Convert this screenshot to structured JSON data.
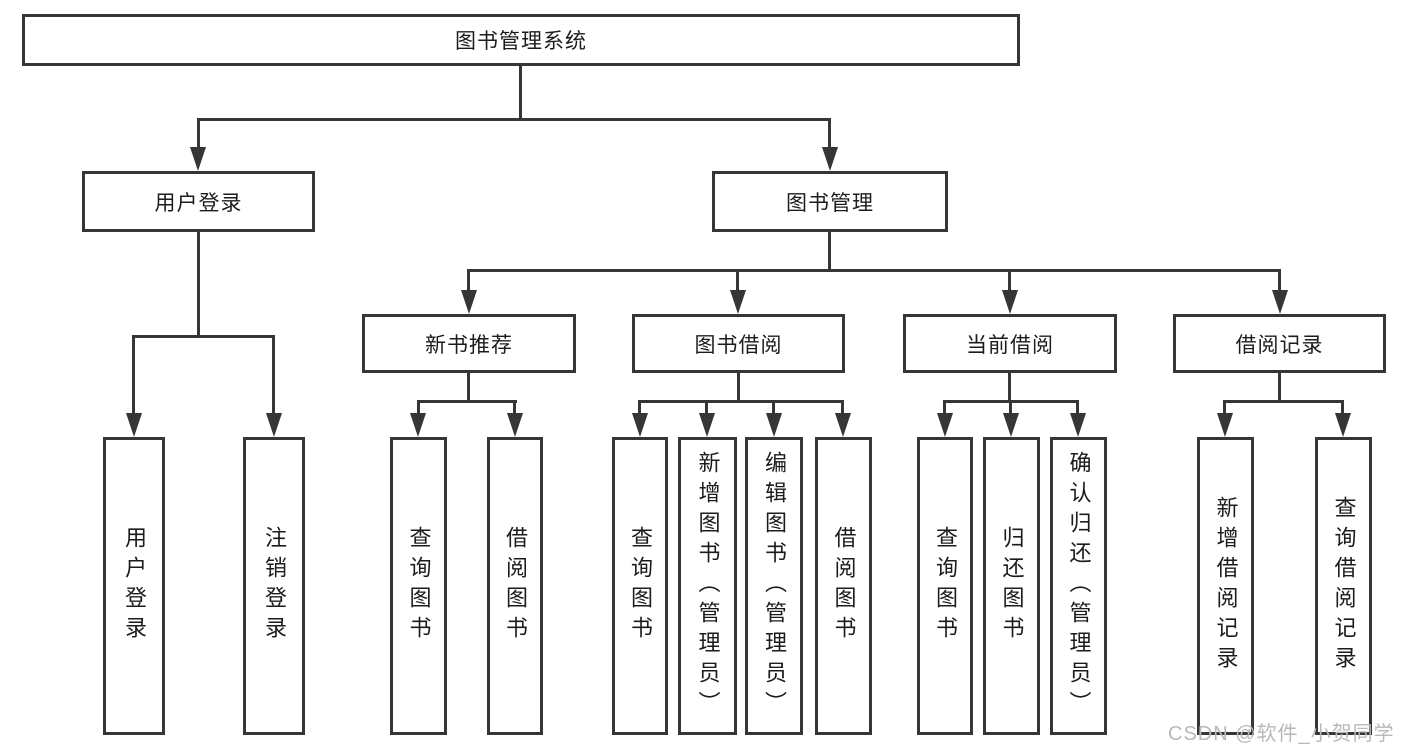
{
  "colors": {
    "line": "#363636",
    "box_border": "#363636",
    "text": "#1c1c1c",
    "watermark": "#b9b9b9",
    "background": "#ffffff"
  },
  "nodes": {
    "root": "图书管理系统",
    "user_login": "用户登录",
    "book_management": "图书管理",
    "new_book_recommend": "新书推荐",
    "book_borrowing": "图书借阅",
    "current_borrowing": "当前借阅",
    "borrowing_records": "借阅记录",
    "leaf_user_login": "用户登录",
    "leaf_logout": "注销登录",
    "leaf_query_books_recommend": "查询图书",
    "leaf_borrow_books_recommend": "借阅图书",
    "leaf_query_books_borrowing": "查询图书",
    "leaf_add_books_admin": "新增图书（管理员）",
    "leaf_edit_books_admin": "编辑图书（管理员）",
    "leaf_borrow_books_borrowing": "借阅图书",
    "leaf_query_books_current": "查询图书",
    "leaf_return_books": "归还图书",
    "leaf_confirm_return_admin": "确认归还（管理员）",
    "leaf_add_borrow_record": "新增借阅记录",
    "leaf_query_borrow_record": "查询借阅记录"
  },
  "watermark": "CSDN @软件_小贺同学"
}
